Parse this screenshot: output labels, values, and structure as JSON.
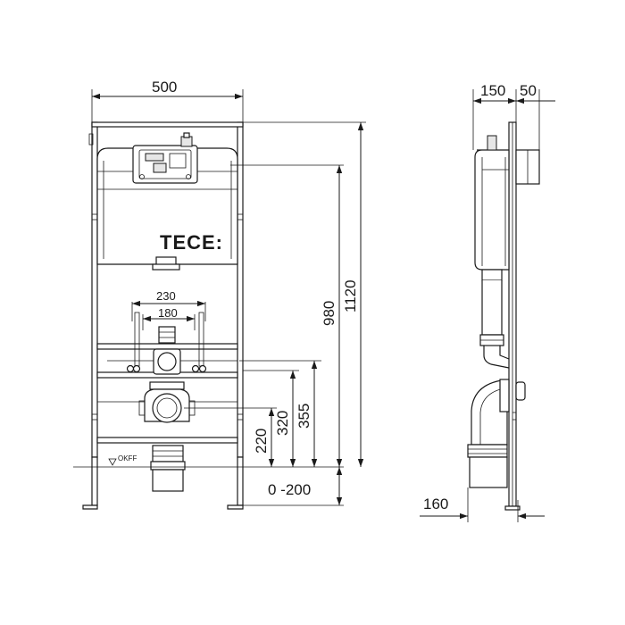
{
  "brand": "TECE:",
  "floor_label": "OKFF",
  "front_view": {
    "width": "500",
    "height_total": "1120",
    "height_flush": "980",
    "pipe_spacing_outer": "230",
    "pipe_spacing_inner": "180",
    "height_355": "355",
    "height_320": "320",
    "height_220": "220",
    "foot_adjust": "0 -200"
  },
  "side_view": {
    "depth_frame": "150",
    "depth_panel": "50",
    "depth_drain": "160"
  }
}
